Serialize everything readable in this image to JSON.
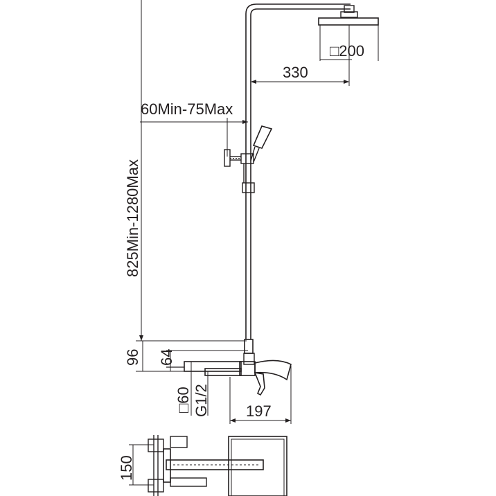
{
  "drawing": {
    "line_color": "#231f20",
    "background": "#ffffff",
    "labels": {
      "head_size": "□200",
      "arm_length": "330",
      "bracket_range": "60Min-75Max",
      "height_range": "825Min-1280Max",
      "dim_96": "96",
      "dim_64": "64",
      "body_size": "□60",
      "thread": "G1/2",
      "spout": "197",
      "centers": "150"
    }
  }
}
